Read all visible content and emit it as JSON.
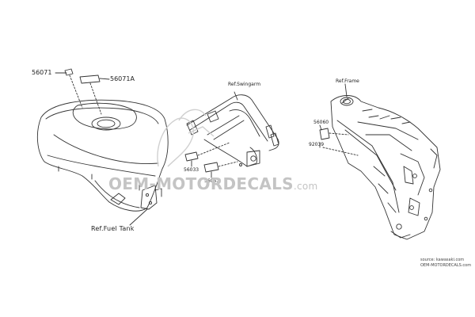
{
  "parts": {
    "p56071": "56071",
    "p56071A": "56071A",
    "p56033": "56033",
    "p56053": "56053",
    "p56060": "56060",
    "p92039": "92039"
  },
  "refs": {
    "fuel_tank": "Ref.Fuel Tank",
    "swingarm": "Ref.Swingarm",
    "frame": "Ref.Frame"
  },
  "watermark": {
    "main": "OEM-MOTORDECALS",
    "suffix": ".com"
  },
  "source": {
    "line1": "source: kawasaki.com",
    "line2": "OEM-MOTORDECALS.com"
  },
  "colors": {
    "line": "#333333",
    "watermark": "#c4c4c4",
    "background": "#ffffff"
  }
}
